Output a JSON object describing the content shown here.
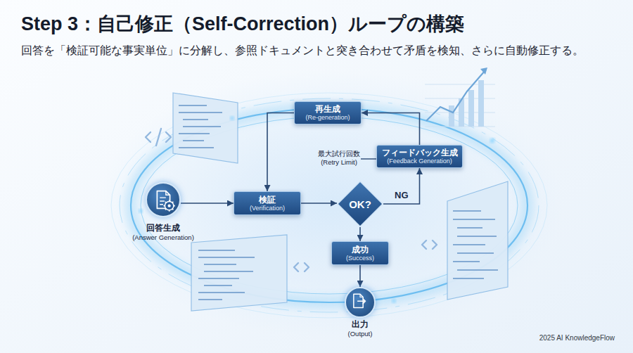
{
  "diagram": {
    "title": "Step 3：自己修正（Self-Correction）ループの構築",
    "caption": "回答を「検証可能な事実単位」に分解し、参照ドキュメントと突き合わせて矛盾を検知、さらに自動修正する。",
    "nodes": [
      {
        "text": [
          "回答生成",
          "(Answer Generation)"
        ]
      },
      {
        "text": [
          "検証",
          "(Verification)"
        ]
      },
      {
        "text": [
          "OK?"
        ]
      },
      {
        "text": [
          "フィードバック生成",
          "(Feedback Generation)"
        ]
      },
      {
        "text": [
          "再生成",
          "(Re-generation)"
        ]
      },
      {
        "text": [
          "成功",
          "(Success)"
        ]
      },
      {
        "text": [
          "出力",
          "(Output)"
        ]
      }
    ],
    "edges": [
      {
        "from": 0,
        "to": 1,
        "arrow": "to"
      },
      {
        "from": 1,
        "to": 2,
        "arrow": "to"
      },
      {
        "from": 2,
        "to": 3,
        "label": "NG",
        "arrow": "to"
      },
      {
        "from": 3,
        "to": 4,
        "arrow": "to"
      },
      {
        "from": 4,
        "to": 1,
        "arrow": "to"
      },
      {
        "from": 2,
        "to": 5,
        "arrow": "to"
      },
      {
        "from": 5,
        "to": 6,
        "arrow": "to"
      }
    ],
    "labels": [
      "最大試行回数 (Retry Limit)",
      "2025 AI KnowledgeFlow"
    ]
  }
}
